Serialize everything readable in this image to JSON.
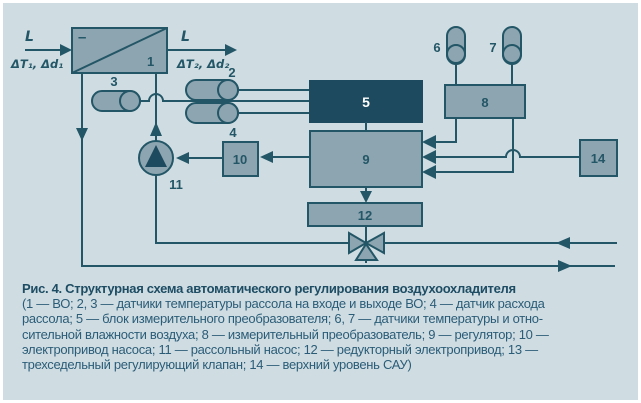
{
  "colors": {
    "page_background": "#ffffff",
    "panel_background": "#cfdde3",
    "line": "#235666",
    "block_fill": "#8da5b0",
    "dark_block_fill": "#1d4a5e",
    "dark_block_text": "#ffffff",
    "caption_title": "#1d4c63",
    "caption_text": "#2b5c77"
  },
  "diagram": {
    "flow_in": {
      "top": "L",
      "bottom": "ΔT₁, Δd₁"
    },
    "flow_out": {
      "top": "L",
      "bottom": "ΔT₂, Δd₂"
    },
    "minus_sign": "–",
    "nodes": {
      "n1": "1",
      "n2": "2",
      "n3": "3",
      "n4": "4",
      "n5": "5",
      "n6": "6",
      "n7": "7",
      "n8": "8",
      "n9": "9",
      "n10": "10",
      "n11": "11",
      "n12": "12",
      "n14": "14"
    }
  },
  "caption": {
    "title": "Рис. 4. Структурная схема автоматического регулирования воздухоохладителя",
    "lines": [
      "(1 — ВО; 2, 3 — датчики температуры рассола на входе и выходе ВО; 4 — датчик расхода",
      "рассола; 5 — блок измерительного преобразователя; 6, 7 — датчики температуры и отно-",
      "сительной влажности воздуха; 8 — измерительный преобразователь; 9 — регулятор; 10 —",
      "электропривод насоса; 11 — рассольный насос; 12 — редукторный электропривод; 13 —",
      "трехседельный регулирующий клапан; 14 — верхний уровень САУ)"
    ]
  }
}
